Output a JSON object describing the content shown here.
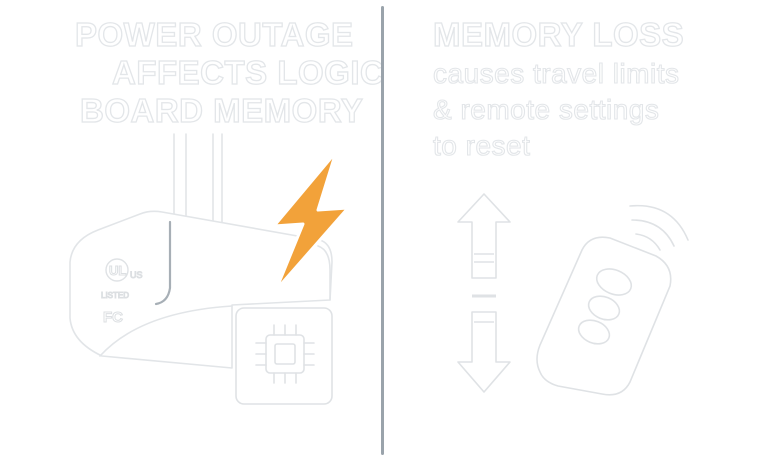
{
  "left": {
    "headline_lines": [
      "POWER OUTAGE",
      "AFFECTS LOGIC",
      "BOARD MEMORY"
    ],
    "ul_mark": "UL",
    "ul_sub": "US",
    "listed_label": "LISTED",
    "fc_label": "FC"
  },
  "right": {
    "title": "MEMORY LOSS",
    "body_lines": [
      "causes travel limits",
      "& remote settings",
      "to reset"
    ]
  },
  "icons": {
    "lightning": "lightning-bolt-icon",
    "chip": "circuit-chip-icon",
    "arrows": "up-down-arrows-icon",
    "remote": "remote-control-icon"
  },
  "colors": {
    "bolt": "#f2a23a",
    "divider": "#9aa3ab",
    "outline": "#e0e3e6"
  }
}
